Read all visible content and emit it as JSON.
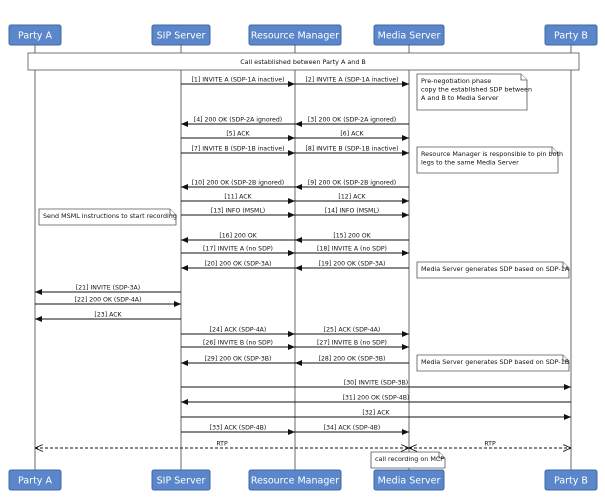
{
  "participants": [
    {
      "id": "A",
      "label": "Party A"
    },
    {
      "id": "S",
      "label": "SIP Server"
    },
    {
      "id": "R",
      "label": "Resource Manager"
    },
    {
      "id": "M",
      "label": "Media Server"
    },
    {
      "id": "B",
      "label": "Party B"
    }
  ],
  "banner": "Call established between Party A and B",
  "messages": [
    {
      "from": "S",
      "to": "R",
      "label": "[1] INVITE A (SDP-1A inactive)"
    },
    {
      "from": "R",
      "to": "M",
      "label": "[2] INVITE A (SDP-1A inactive)"
    },
    {
      "from": "R",
      "to": "S",
      "label": "[4] 200 OK (SDP-2A ignored)"
    },
    {
      "from": "M",
      "to": "R",
      "label": "[3] 200 OK (SDP-2A ignored)"
    },
    {
      "from": "S",
      "to": "R",
      "label": "[5] ACK"
    },
    {
      "from": "R",
      "to": "M",
      "label": "[6] ACK"
    },
    {
      "from": "S",
      "to": "R",
      "label": "[7] INVITE B (SDP-1B inactive)"
    },
    {
      "from": "R",
      "to": "M",
      "label": "[8] INVITE B (SDP-1B inactive)"
    },
    {
      "from": "R",
      "to": "S",
      "label": "[10] 200 OK (SDP-2B ignored)"
    },
    {
      "from": "M",
      "to": "R",
      "label": "[9] 200 OK (SDP-2B ignored)"
    },
    {
      "from": "S",
      "to": "R",
      "label": "[11] ACK"
    },
    {
      "from": "R",
      "to": "M",
      "label": "[12] ACK"
    },
    {
      "from": "S",
      "to": "R",
      "label": "[13] INFO (MSML)"
    },
    {
      "from": "R",
      "to": "M",
      "label": "[14] INFO (MSML)"
    },
    {
      "from": "R",
      "to": "S",
      "label": "[16] 200 OK"
    },
    {
      "from": "M",
      "to": "R",
      "label": "[15] 200 OK"
    },
    {
      "from": "S",
      "to": "R",
      "label": "[17] INVITE A (no SDP)"
    },
    {
      "from": "R",
      "to": "M",
      "label": "[18] INVITE A (no SDP)"
    },
    {
      "from": "R",
      "to": "S",
      "label": "[20] 200 OK (SDP-3A)"
    },
    {
      "from": "M",
      "to": "R",
      "label": "[19] 200 OK (SDP-3A)"
    },
    {
      "from": "S",
      "to": "A",
      "label": "[21] INVITE (SDP-3A)"
    },
    {
      "from": "A",
      "to": "S",
      "label": "[22] 200 OK (SDP-4A)"
    },
    {
      "from": "S",
      "to": "A",
      "label": "[23] ACK"
    },
    {
      "from": "S",
      "to": "R",
      "label": "[24] ACK (SDP-4A)"
    },
    {
      "from": "R",
      "to": "M",
      "label": "[25] ACK (SDP-4A)"
    },
    {
      "from": "S",
      "to": "R",
      "label": "[26] INVITE B (no SDP)"
    },
    {
      "from": "R",
      "to": "M",
      "label": "[27] INVITE B (no SDP)"
    },
    {
      "from": "R",
      "to": "S",
      "label": "[29] 200 OK (SDP-3B)"
    },
    {
      "from": "M",
      "to": "R",
      "label": "[28] 200 OK (SDP-3B)"
    },
    {
      "from": "S",
      "to": "B",
      "label": "[30] INVITE (SDP-3B)"
    },
    {
      "from": "B",
      "to": "S",
      "label": "[31] 200 OK (SDP-4B)"
    },
    {
      "from": "S",
      "to": "B",
      "label": "[32] ACK"
    },
    {
      "from": "S",
      "to": "R",
      "label": "[33] ACK (SDP-4B)"
    },
    {
      "from": "R",
      "to": "M",
      "label": "[34] ACK (SDP-4B)"
    },
    {
      "from": "A",
      "to": "M",
      "label": "RTP"
    },
    {
      "from": "M",
      "to": "B",
      "label": "RTP"
    }
  ],
  "notes": [
    {
      "lines": [
        "Pre-negotiation phase",
        "copy the established SDP between",
        "A and B to Media Server"
      ]
    },
    {
      "lines": [
        "Resource Manager is responsible to pin both",
        "legs to the same Media Server"
      ]
    },
    {
      "lines": [
        "Send MSML instructions to start recording"
      ]
    },
    {
      "lines": [
        "Media Server generates SDP based on SDP-1A"
      ]
    },
    {
      "lines": [
        "Media Server generates SDP based on SDP-1B"
      ]
    },
    {
      "lines": [
        "call recording on MCP"
      ]
    }
  ]
}
